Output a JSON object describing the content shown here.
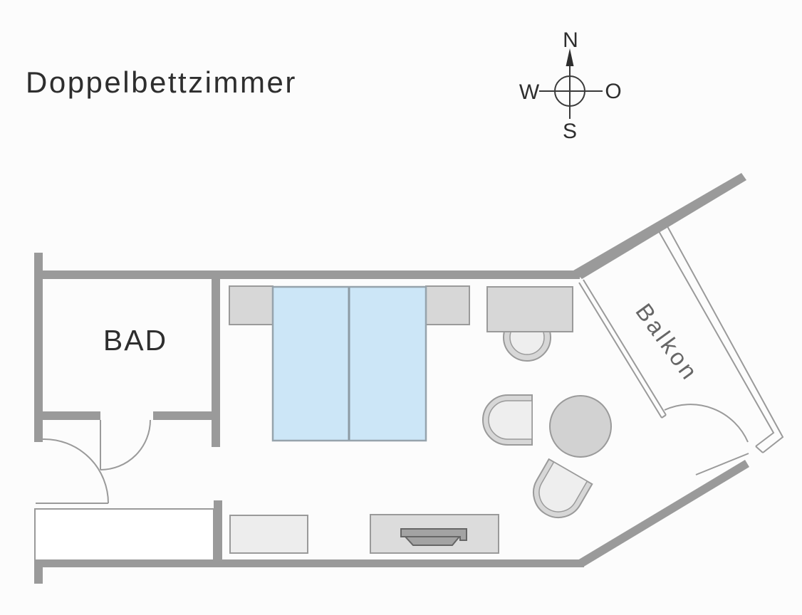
{
  "title": "Doppelbettzimmer",
  "compass": {
    "north": "N",
    "west": "W",
    "east": "O",
    "south": "S"
  },
  "labels": {
    "bathroom": "BAD",
    "balcony": "Balkon"
  },
  "colors": {
    "background": "#fcfcfc",
    "wall": "#9a9a9a",
    "line": "#9a9a9a",
    "bed_fill": "#cce6f7",
    "bed_stroke": "#96a3ac",
    "bed_divider": "#8d9ba4",
    "furniture_fill": "#d7d7d7",
    "furniture_light": "#ededed",
    "sideboard_fill": "#dcdcdc",
    "chair_seat": "#eeeeee",
    "table_fill": "#d2d2d2",
    "tv_fill": "#a3a3a3",
    "tv_stroke": "#666666",
    "text_dark": "#2e2e2e",
    "text_muted": "#666666",
    "compass_stroke": "#3a3a3a"
  }
}
